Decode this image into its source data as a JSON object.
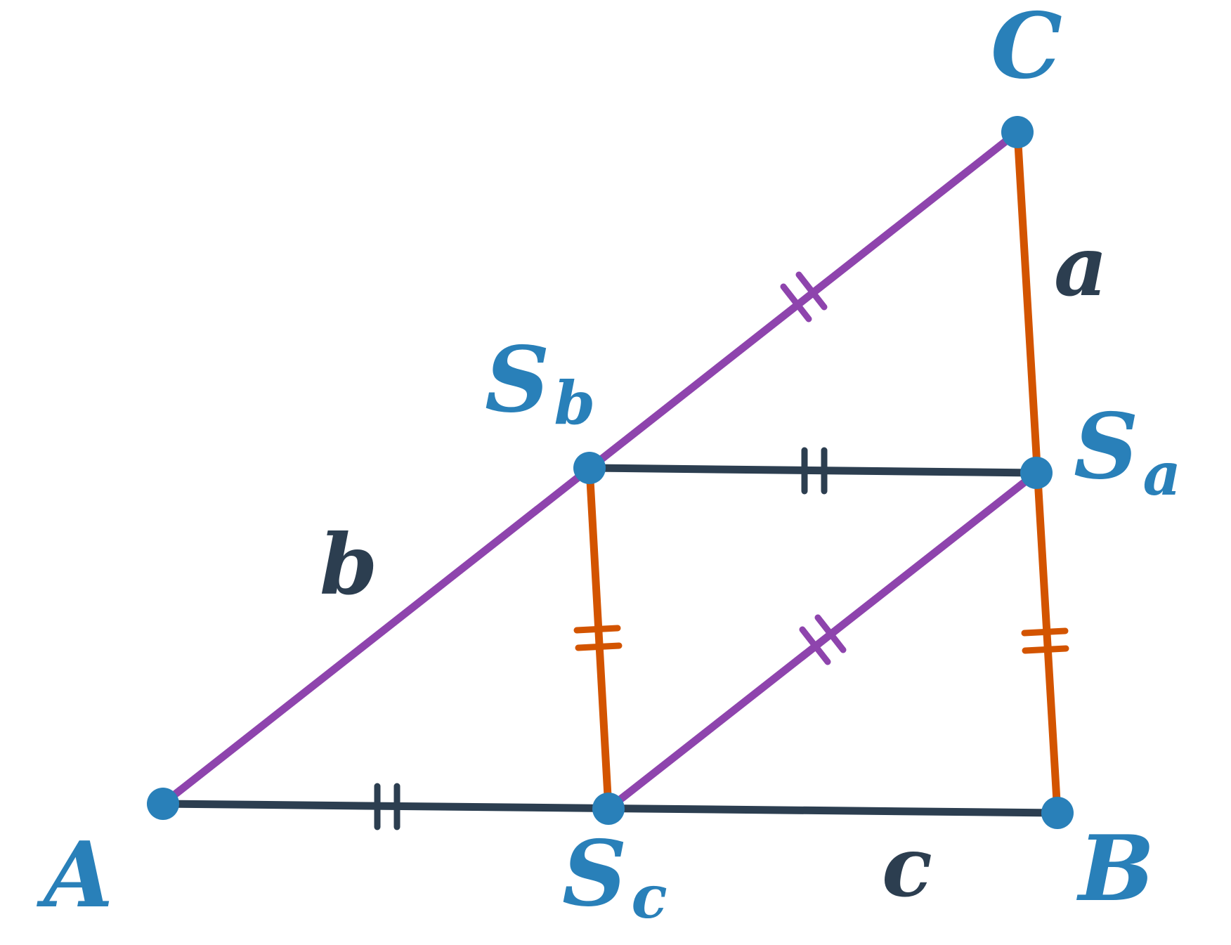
{
  "colors": {
    "point": "#2980b9",
    "segment_purple": "#8e44ad",
    "segment_orange": "#d35400",
    "segment_dark": "#2c3e50",
    "label_dark": "#2c3e50"
  },
  "points": {
    "A": "A",
    "B": "B",
    "C": "C",
    "Sa": {
      "main": "S",
      "sub": "a"
    },
    "Sb": {
      "main": "S",
      "sub": "b"
    },
    "Sc": {
      "main": "S",
      "sub": "c"
    }
  },
  "sides": {
    "a": "a",
    "b": "b",
    "c": "c"
  }
}
